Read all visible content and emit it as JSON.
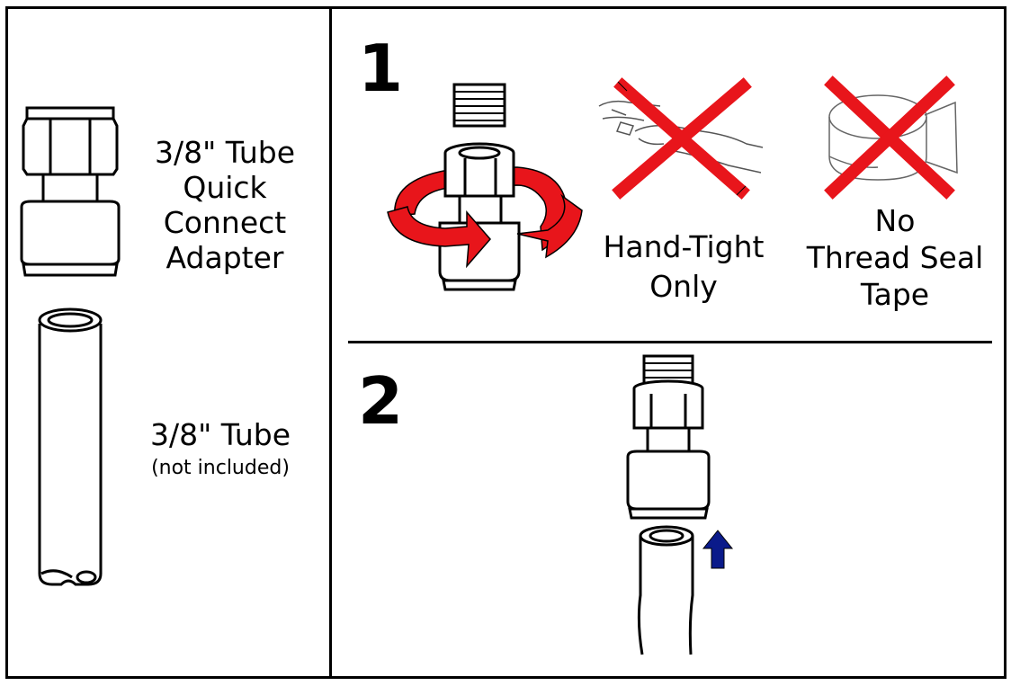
{
  "left_panel": {
    "adapter_label": [
      "3/8\" Tube",
      "Quick",
      "Connect",
      "Adapter"
    ],
    "tube_label": "3/8\" Tube",
    "tube_note": "(not included)"
  },
  "step1": {
    "number": "1",
    "hand_tight_label": [
      "Hand-Tight",
      "Only"
    ],
    "no_tape_label": [
      "No",
      "Thread Seal",
      "Tape"
    ]
  },
  "step2": {
    "number": "2"
  },
  "colors": {
    "rotation_arrow": "#e8151b",
    "cross_mark": "#e8151b",
    "push_arrow": "#0a1a8a"
  }
}
